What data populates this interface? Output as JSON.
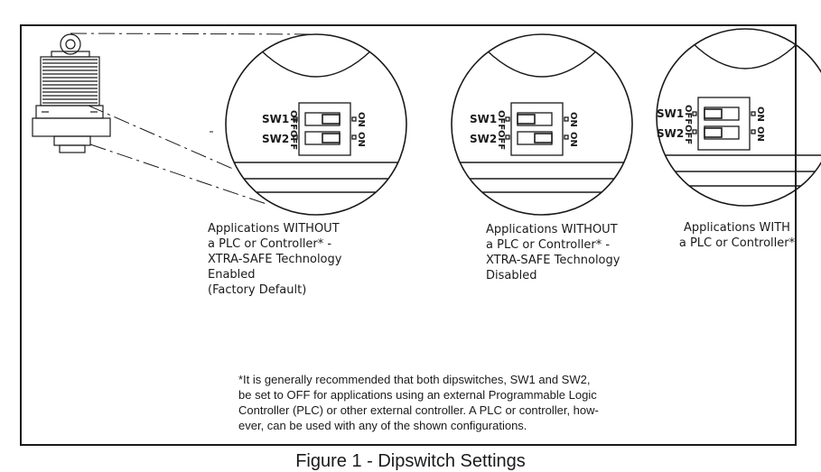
{
  "dip_labels": {
    "sw1": "SW1",
    "sw2": "SW2",
    "off": "OFF",
    "on": "ON"
  },
  "configurations": [
    {
      "caption": "Applications WITHOUT\na PLC or Controller* -\nXTRA-SAFE Technology\nEnabled\n(Factory Default)",
      "sw1": "ON",
      "sw2": "ON"
    },
    {
      "caption": "Applications WITHOUT\na PLC or Controller* -\nXTRA-SAFE Technology\nDisabled",
      "sw1": "OFF",
      "sw2": "ON"
    },
    {
      "caption": "Applications WITH\na PLC or Controller*",
      "sw1": "OFF",
      "sw2": "OFF"
    }
  ],
  "footnote": "*It is generally recommended that both dipswitches, SW1 and SW2,\nbe set to OFF for applications using an external Programmable Logic\nController (PLC) or other external controller.  A PLC or controller, how-\never, can be used with any of the shown configurations.",
  "figure_title": "Figure 1 - Dipswitch Settings",
  "colors": {
    "line": "#1a1a1a",
    "background": "#ffffff"
  }
}
